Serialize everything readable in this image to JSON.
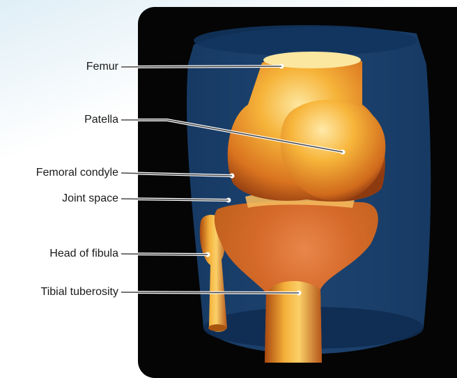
{
  "labels": [
    {
      "id": "femur",
      "text": "Femur"
    },
    {
      "id": "patella",
      "text": "Patella"
    },
    {
      "id": "femoral-condyle",
      "text": "Femoral condyle"
    },
    {
      "id": "joint-space",
      "text": "Joint space"
    },
    {
      "id": "head-of-fibula",
      "text": "Head of fibula"
    },
    {
      "id": "tibial-tuberosity",
      "text": "Tibial tuberosity"
    }
  ],
  "colors": {
    "background": "#050505",
    "cylinder": "#1d4f86",
    "bone_light": "#f5b83a",
    "bone_dark": "#b8541a",
    "leader_line": "#555555",
    "marker_dot": "#ffffff"
  }
}
